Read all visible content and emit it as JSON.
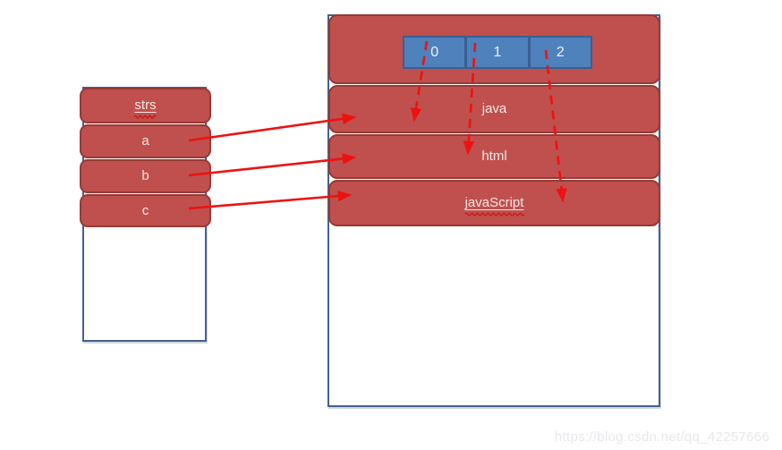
{
  "diagram": {
    "left_table": {
      "rows": [
        {
          "label": "strs",
          "underline": true,
          "spellcheck_squiggle": true
        },
        {
          "label": "a",
          "underline": false,
          "spellcheck_squiggle": false
        },
        {
          "label": "b",
          "underline": false,
          "spellcheck_squiggle": false
        },
        {
          "label": "c",
          "underline": false,
          "spellcheck_squiggle": false
        }
      ]
    },
    "right_table": {
      "index_cells": [
        "0",
        "1",
        "2"
      ],
      "rows": [
        {
          "label": "java",
          "underline": false,
          "spellcheck_squiggle": false
        },
        {
          "label": "html",
          "underline": false,
          "spellcheck_squiggle": false
        },
        {
          "label": "javaScript",
          "underline": true,
          "spellcheck_squiggle": true
        }
      ]
    },
    "connections": {
      "solid": [
        {
          "from": "a",
          "to": "java"
        },
        {
          "from": "b",
          "to": "html"
        },
        {
          "from": "c",
          "to": "javaScript"
        }
      ],
      "dashed": [
        {
          "from": "0",
          "to": "java"
        },
        {
          "from": "1",
          "to": "html"
        },
        {
          "from": "2",
          "to": "javaScript"
        }
      ]
    }
  },
  "watermark": "https://blog.csdn.net/qq_42257666",
  "colors": {
    "box_red": "#c0504d",
    "box_red_border": "#953a37",
    "cell_blue": "#4f81bd",
    "cell_blue_border": "#3a5f92",
    "container_border": "#44618d",
    "arrow_red": "#ee1111",
    "watermark_gray": "#e8e8ec"
  }
}
